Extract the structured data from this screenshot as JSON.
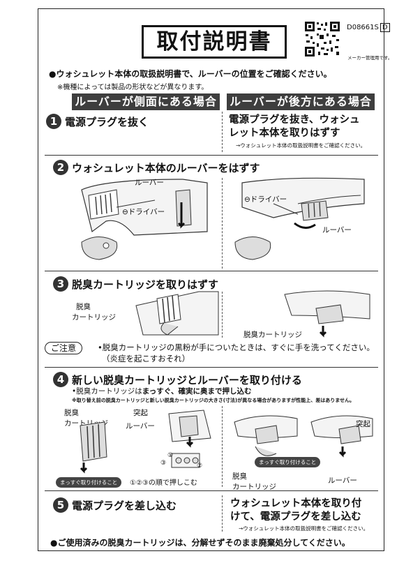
{
  "title": "取付説明書",
  "doc_id": "D08661S",
  "doc_id_rev": "D",
  "maker_note": "メーカー管理用です。",
  "intro": "●ウォシュレット本体の取扱説明書で、ルーバーの位置をご確認ください。",
  "intro_note": "※機種によっては製品の形状などが異なります。",
  "columns": {
    "left": "ルーバーが側面にある場合",
    "right": "ルーバーが後方にある場合"
  },
  "steps": {
    "s1": {
      "num": "1",
      "title": "電源プラグを抜く",
      "right_line1": "電源プラグを抜き、ウォシュ",
      "right_line2": "レット本体を取りはずす",
      "right_note": "→ウォシュレット本体の取扱説明書をご確認ください。"
    },
    "s2": {
      "num": "2",
      "title": "ウォシュレット本体のルーバーをはずす",
      "left_louver": "ルーバー",
      "left_driver": "⊖ドライバー",
      "right_driver": "⊖ドライバー",
      "right_louver": "ルーバー"
    },
    "s3": {
      "num": "3",
      "title": "脱臭カートリッジを取りはずす",
      "left_label_1": "脱臭",
      "left_label_2": "カートリッジ",
      "right_label": "脱臭カートリッジ",
      "caution_tag": "ご注意",
      "caution_1": "•脱臭カートリッジの黒粉が手についたときは、すぐに手を洗ってください。",
      "caution_2": "（炎症を起こすおそれ）"
    },
    "s4": {
      "num": "4",
      "title": "新しい脱臭カートリッジとルーバーを取り付ける",
      "sub_prefix": "•脱臭カートリッジは",
      "sub_bold": "まっすぐ、確実に奥まで押し込む",
      "note_prefix": "※取り替え前の脱臭カートリッジと新しい脱臭カートリッジの大きさ(寸法)が異なる場合がありますが性能上、差はありません。",
      "left_cart_1": "脱臭",
      "left_cart_2": "カートリッジ",
      "left_tab": "突起",
      "left_louver": "ルーバー",
      "straight": "まっすぐ取り付けること",
      "order": "①②③の順で押しこむ",
      "c1": "①",
      "c2": "②",
      "c3": "③",
      "right_tab": "突起",
      "right_straight": "まっすぐ取り付けること",
      "right_cart_1": "脱臭",
      "right_cart_2": "カートリッジ",
      "right_louver": "ルーバー"
    },
    "s5": {
      "num": "5",
      "title": "電源プラグを差し込む",
      "right_line1": "ウォシュレット本体を取り付",
      "right_line2": "けて、電源プラグを差し込む",
      "right_note": "→ウォシュレット本体の取扱説明書をご確認ください。"
    }
  },
  "final": "●ご使用済みの脱臭カートリッジは、分解せずそのまま廃棄処分してください。"
}
